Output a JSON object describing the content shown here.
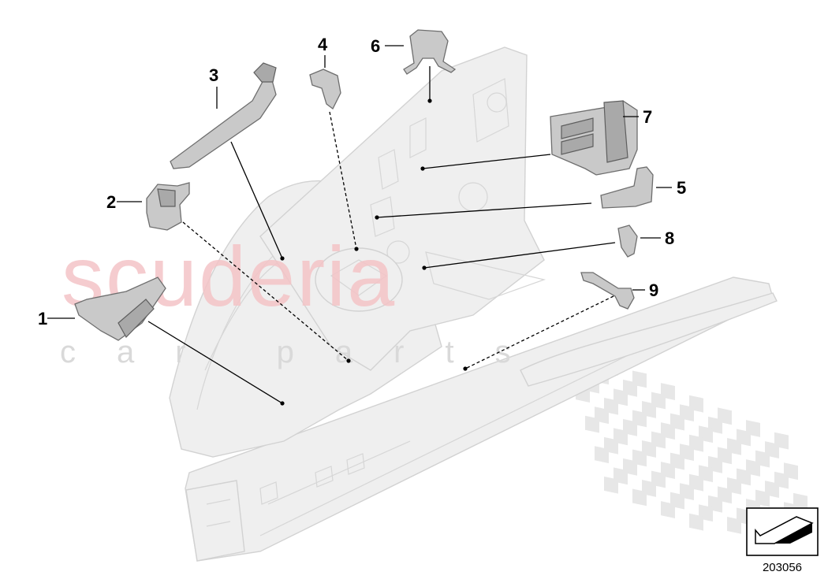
{
  "diagram": {
    "reference_code": "203056",
    "watermark": {
      "brand": "scuderia",
      "tagline": "car parts"
    },
    "callouts": [
      {
        "id": "1",
        "label": "1",
        "line": "solid"
      },
      {
        "id": "2",
        "label": "2",
        "line": "dashed"
      },
      {
        "id": "3",
        "label": "3",
        "line": "solid"
      },
      {
        "id": "4",
        "label": "4",
        "line": "dashed"
      },
      {
        "id": "5",
        "label": "5",
        "line": "solid"
      },
      {
        "id": "6",
        "label": "6",
        "line": "solid"
      },
      {
        "id": "7",
        "label": "7",
        "line": "solid"
      },
      {
        "id": "8",
        "label": "8",
        "line": "solid"
      },
      {
        "id": "9",
        "label": "9",
        "line": "dashed"
      }
    ],
    "icons": {
      "orientation": "arrow-icon",
      "checker": "checkered-flag-icon"
    },
    "colors": {
      "body": "#efefef",
      "part": "#c9c9c9",
      "watermark": "#f4c4c7",
      "leader": "#000000"
    }
  }
}
